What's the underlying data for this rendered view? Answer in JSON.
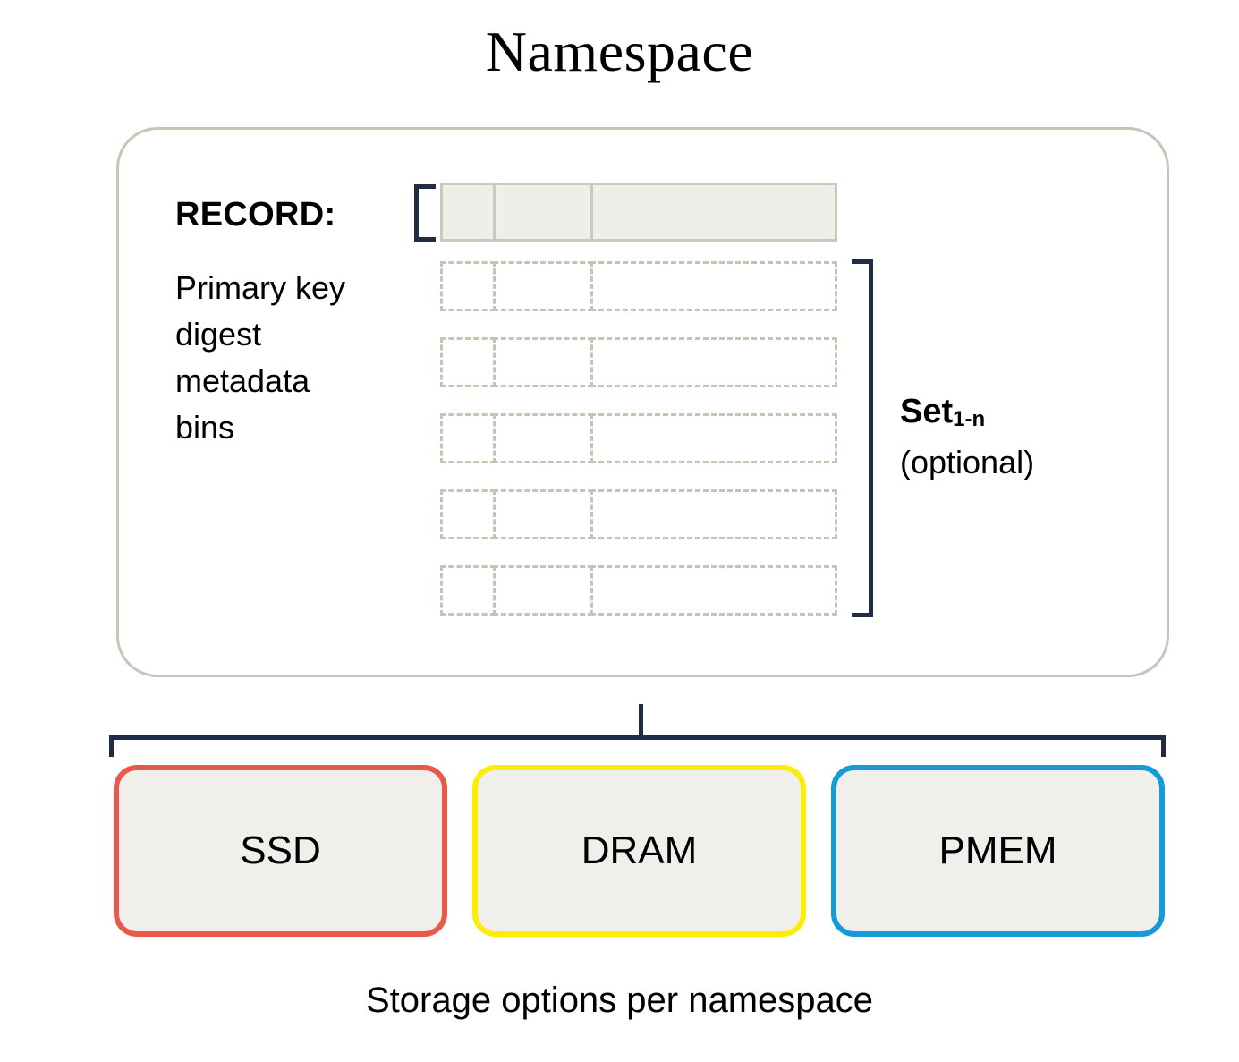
{
  "title": "Namespace",
  "namespace": {
    "record_label": "RECORD:",
    "record_fields": "Primary key\ndigest\nmetadata\nbins",
    "record_row": {
      "cells": [
        "",
        "",
        ""
      ]
    },
    "set_rows": [
      {
        "cells": [
          "",
          "",
          ""
        ]
      },
      {
        "cells": [
          "",
          "",
          ""
        ]
      },
      {
        "cells": [
          "",
          "",
          ""
        ]
      },
      {
        "cells": [
          "",
          "",
          ""
        ]
      },
      {
        "cells": [
          "",
          "",
          ""
        ]
      }
    ],
    "set_label": {
      "name": "Set",
      "subscript": "1-n",
      "optional": "(optional)"
    }
  },
  "storage": {
    "options": [
      {
        "label": "SSD",
        "border_color": "#e8594c"
      },
      {
        "label": "DRAM",
        "border_color": "#fbed05"
      },
      {
        "label": "PMEM",
        "border_color": "#169bd8"
      }
    ],
    "caption": "Storage options per namespace"
  },
  "colors": {
    "bracket": "#202c44",
    "container_border": "#c9c4b7",
    "cell_fill": "#efefea",
    "cell_border": "#cdc8bb",
    "dashed_border": "#c9c3b4",
    "box_fill": "#f0efeb",
    "text": "#000000"
  }
}
